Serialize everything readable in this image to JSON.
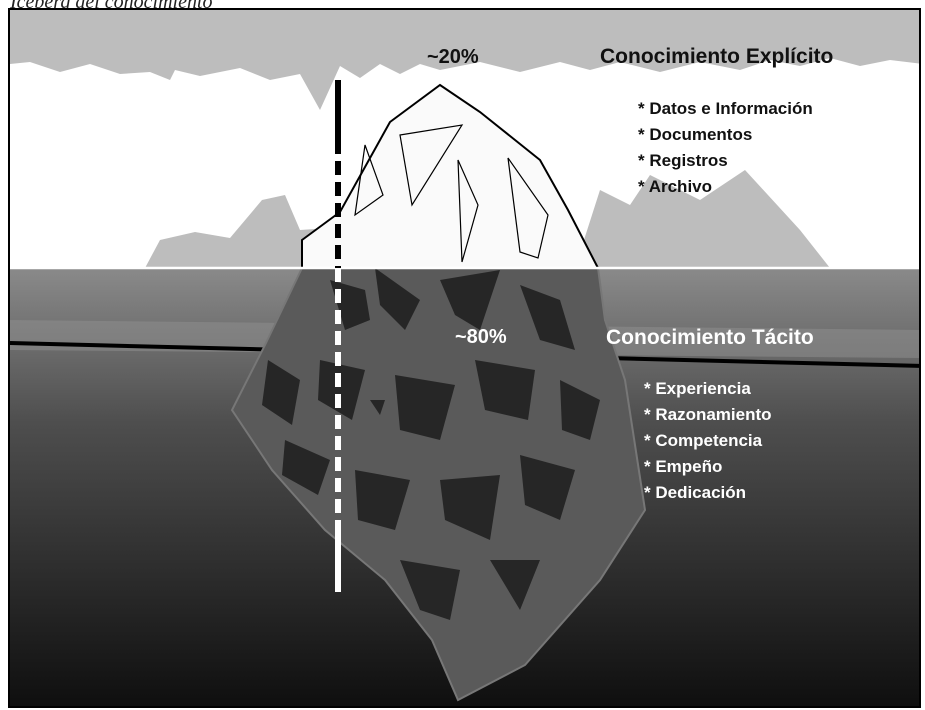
{
  "caption": "Iceberg del conocimiento",
  "explicit": {
    "percent": "~20%",
    "title": "Conocimiento Explícito",
    "items": [
      "* Datos e Información",
      "* Documentos",
      "* Registros",
      "* Archivo"
    ]
  },
  "tacit": {
    "percent": "~80%",
    "title": "Conocimiento Tácito",
    "items": [
      "* Experiencia",
      "* Razonamiento",
      "* Competencia",
      "* Empeño",
      "* Dedicación"
    ]
  }
}
